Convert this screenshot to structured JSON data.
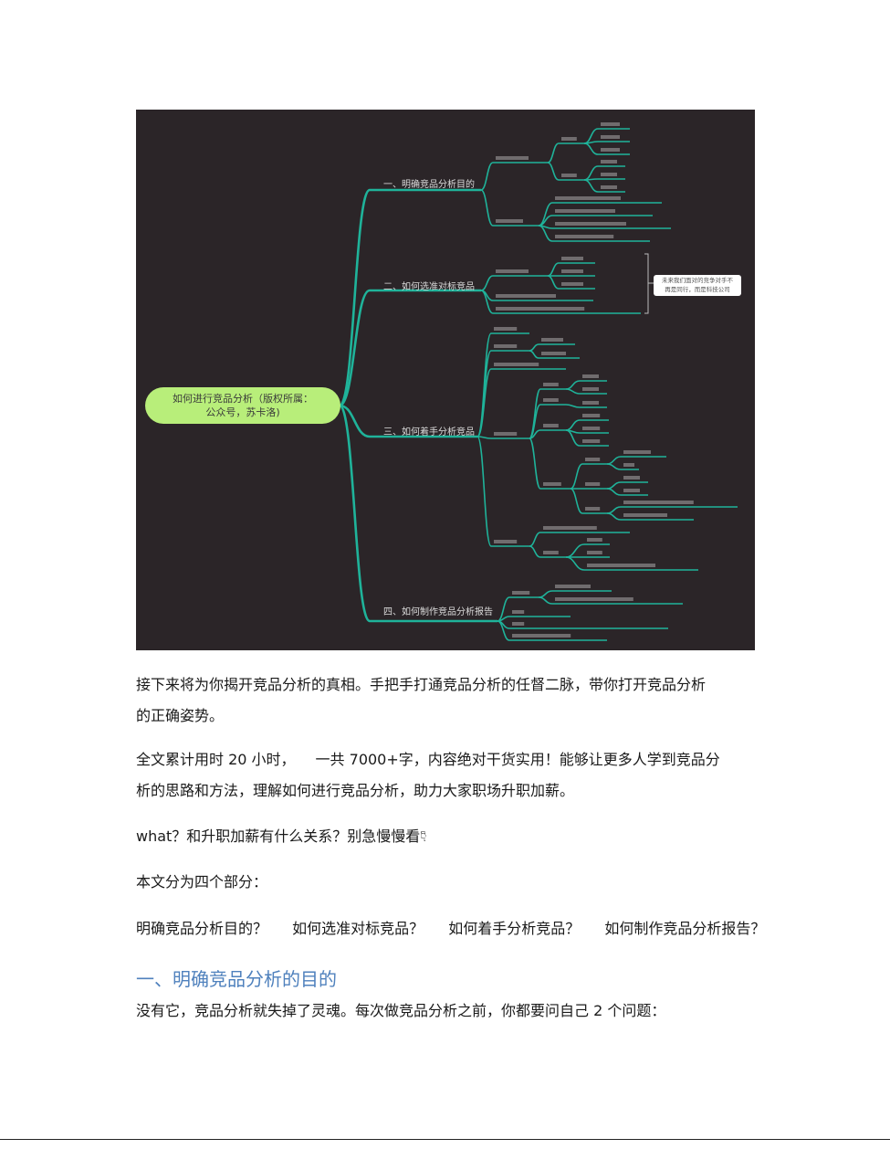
{
  "mindmap": {
    "root_line1": "如何进行竞品分析（版权所属：",
    "root_line2": "公众号，苏卡洛)",
    "branches": [
      "一、明确竞品分析目的",
      "二、如何选准对标竞品",
      "三、如何着手分析竞品",
      "四、如何制作竞品分析报告"
    ],
    "callout_line1": "未来我们面对的竞争对手不",
    "callout_line2": "再是同行，而是科技公司",
    "line_color": "#1fb39a",
    "root_color": "#b8ee7a"
  },
  "article": {
    "para1_line1": "接下来将为你揭开竞品分析的真相。手把手打通竞品分析的任督二脉，带你打开竞品分析",
    "para1_line2": "的正确姿势。",
    "para2_line1a": "全文累计用时 20 小时，",
    "para2_line1b": "一共 7000+字，内容绝对干货实用！能够让更多人学到竞品分",
    "para2_line2": "析的思路和方法，理解如何进行竞品分析，助力大家职场升职加薪。",
    "para3": "what？和升职加薪有什么关系？别急慢慢看",
    "para4": "本文分为四个部分：",
    "parts": [
      "明确竞品分析目的？",
      "如何选准对标竞品？",
      "如何着手分析竞品？",
      "如何制作竞品分析报告？"
    ],
    "heading1": "一、明确竞品分析的目的",
    "para5": "没有它，竞品分析就失掉了灵魂。每次做竞品分析之前，你都要问自己 2 个问题：",
    "heading_color": "#4f81bd"
  }
}
